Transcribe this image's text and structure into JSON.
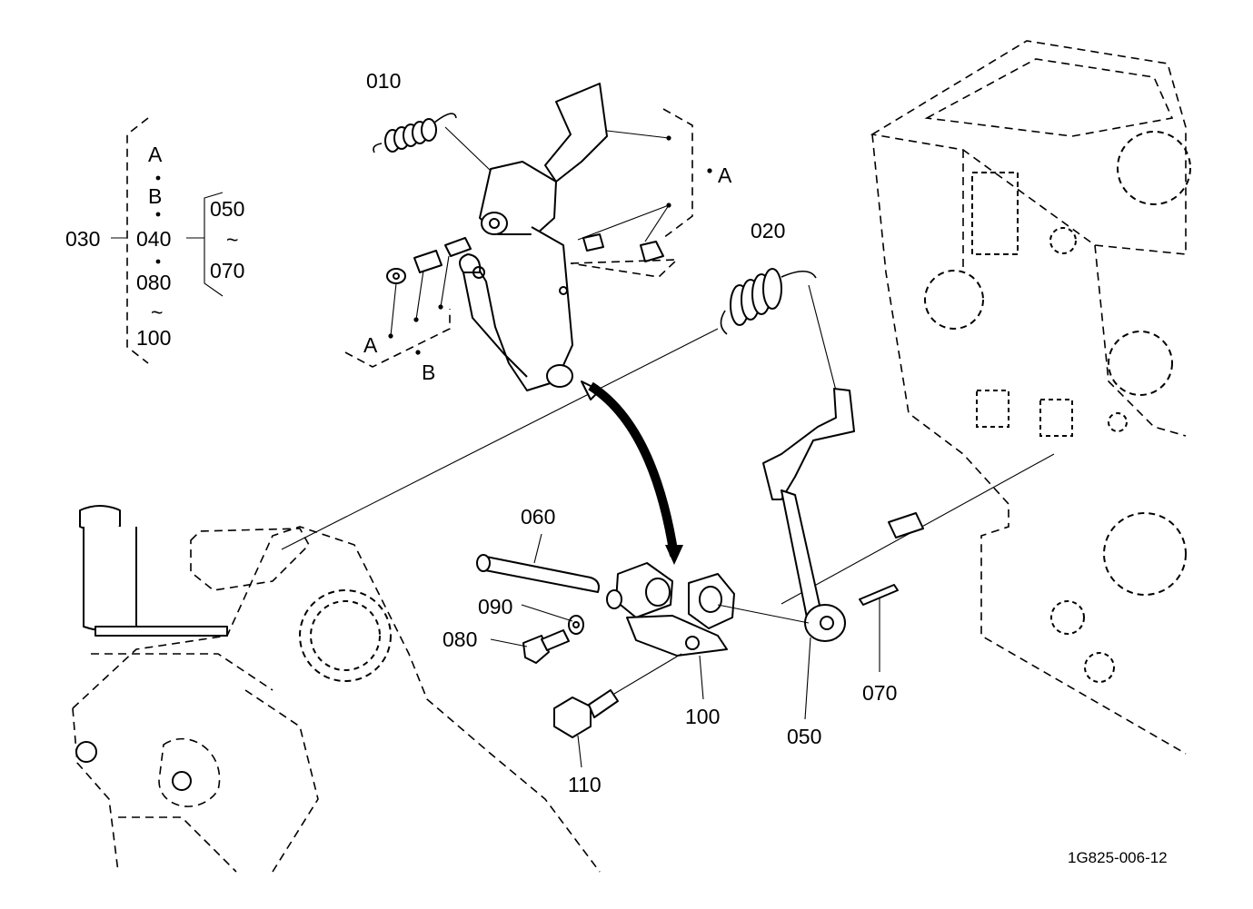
{
  "labels": {
    "p010": "010",
    "p020": "020",
    "p030": "030",
    "p040": "040",
    "p050": "050",
    "p060": "060",
    "p070": "070",
    "p080": "080",
    "p090": "090",
    "p100": "100",
    "p110": "110"
  },
  "legend": {
    "a": "A",
    "b": "B",
    "r050": "050",
    "tilde1": "~",
    "r070": "070",
    "r080": "080",
    "tilde2": "~",
    "r100": "100"
  },
  "refs": {
    "a_upper": "A",
    "a_lower": "A",
    "b_lower": "B"
  },
  "figure_code": "1G825-006-12",
  "colors": {
    "ink": "#000000",
    "paper": "#ffffff"
  }
}
